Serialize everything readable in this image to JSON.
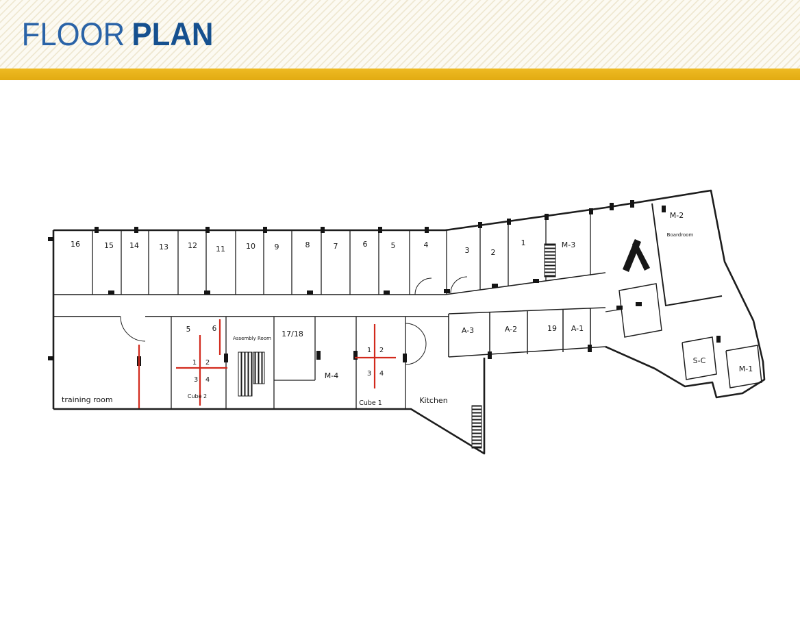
{
  "header": {
    "title_primary": "FLOOR",
    "title_secondary": "PLAN"
  },
  "colors": {
    "accent_bar": "#ecb71f",
    "title_primary": "#2a63a7",
    "title_secondary": "#15508f",
    "marker_red": "#d2291c",
    "wall": "#1d1d1d"
  },
  "plan": {
    "top_rooms": [
      "16",
      "15",
      "14",
      "13",
      "12",
      "11",
      "10",
      "9",
      "8",
      "7",
      "6",
      "5",
      "4",
      "3",
      "2",
      "1"
    ],
    "rooms": {
      "m3": "M-3",
      "m2": "M-2",
      "boardroom": "Boardroom",
      "sc": "S-C",
      "m1": "M-1",
      "training": "training room",
      "cube2": "Cube 2",
      "assembly": "Assembly Room",
      "r17_18": "17/18",
      "m4": "M-4",
      "cube1": "Cube 1",
      "kitchen": "Kitchen",
      "a3": "A-3",
      "a2": "A-2",
      "r19": "19",
      "a1": "A-1"
    },
    "cube2_numbers": {
      "top": [
        "5",
        "6"
      ],
      "grid": [
        "1",
        "2",
        "3",
        "4"
      ]
    },
    "cube1_numbers": {
      "grid": [
        "1",
        "2",
        "3",
        "4"
      ]
    }
  }
}
